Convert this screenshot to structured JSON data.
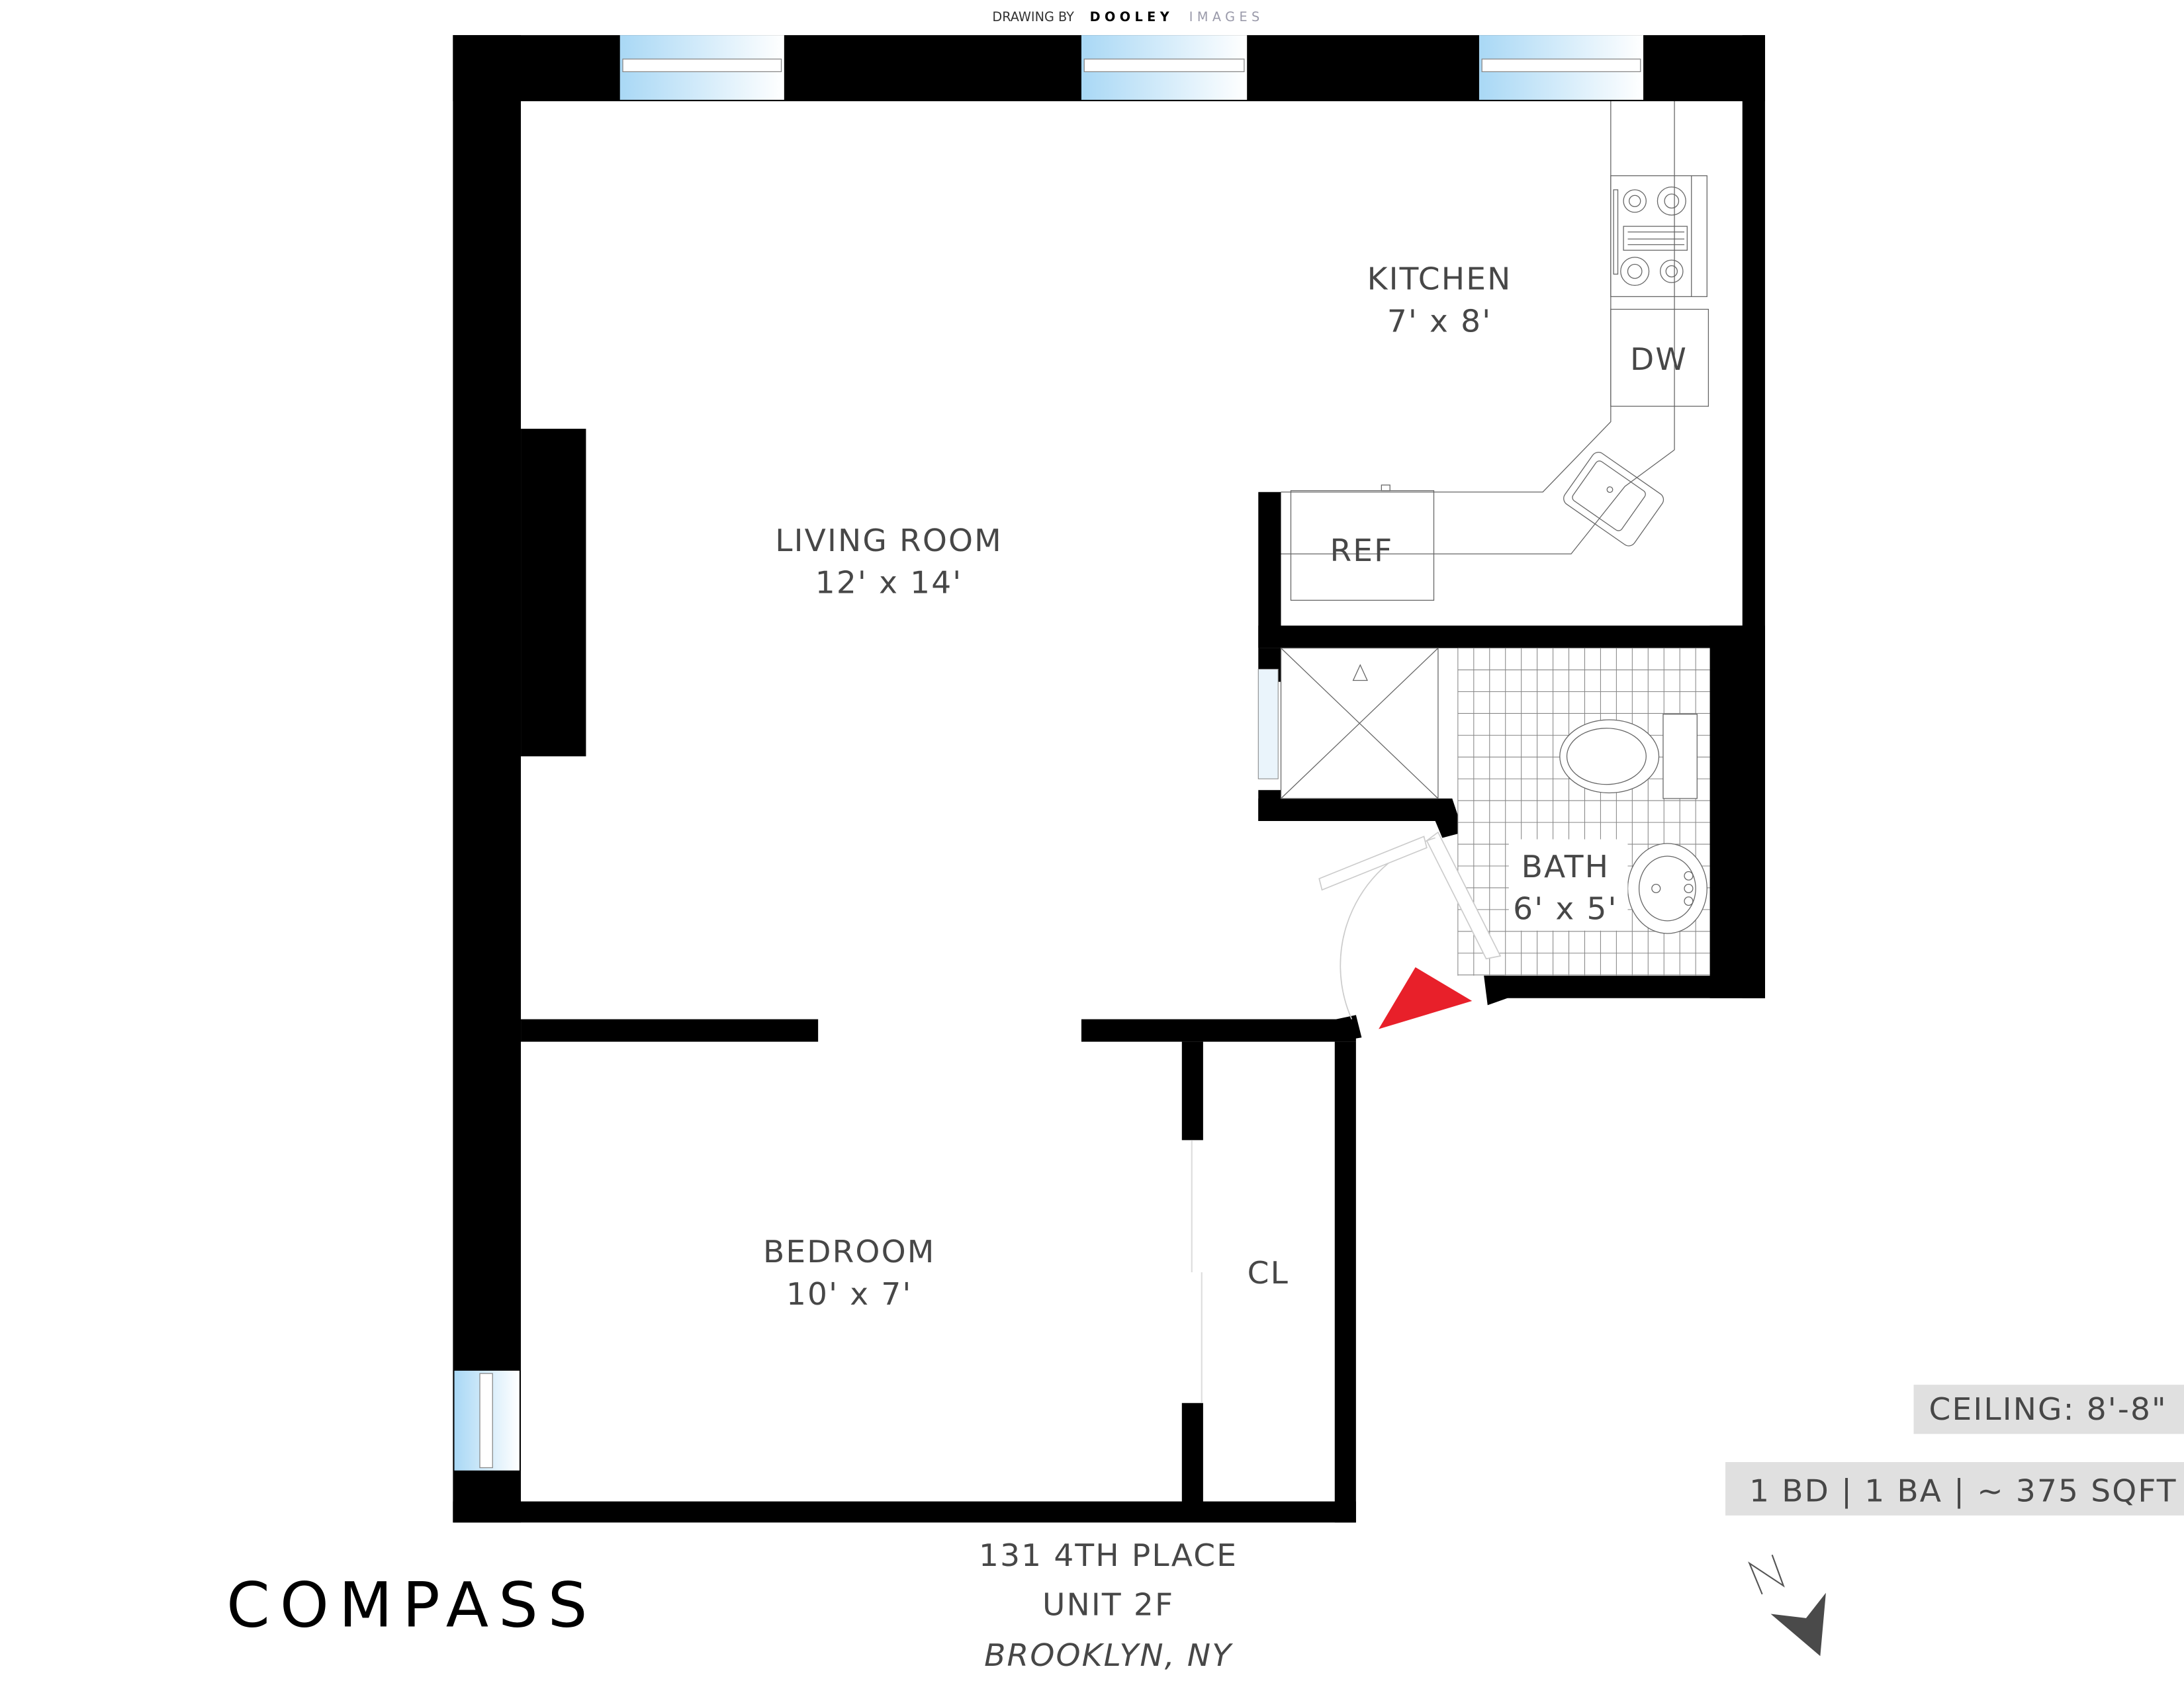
{
  "header": {
    "credit_prefix": "DRAWING BY",
    "credit_brand": "DOOLEY",
    "credit_suffix": "IMAGES"
  },
  "rooms": {
    "living": {
      "name": "LIVING ROOM",
      "size": "12' x 14'"
    },
    "kitchen": {
      "name": "KITCHEN",
      "size": "7' x 8'"
    },
    "bath": {
      "name": "BATH",
      "size": "6' x 5'"
    },
    "bedroom": {
      "name": "BEDROOM",
      "size": "10' x 7'"
    },
    "closet": {
      "name": "CL"
    }
  },
  "fixtures": {
    "refrigerator": "REF",
    "dishwasher": "DW"
  },
  "info": {
    "ceiling": "CEILING: 8'-8\"",
    "summary": "1 BD | 1 BA | ~ 375 SQFT"
  },
  "address": {
    "line1": "131 4TH PLACE",
    "line2": "UNIT 2F",
    "line3": "BROOKLYN, NY"
  },
  "branding": {
    "logo": "COMPASS"
  },
  "compass": {
    "label": "N"
  },
  "colors": {
    "wall": "#000000",
    "text": "#474747",
    "entry_marker": "#e8202a",
    "info_box": "#e0e0e0",
    "window_glass": "#a9d8f5"
  }
}
